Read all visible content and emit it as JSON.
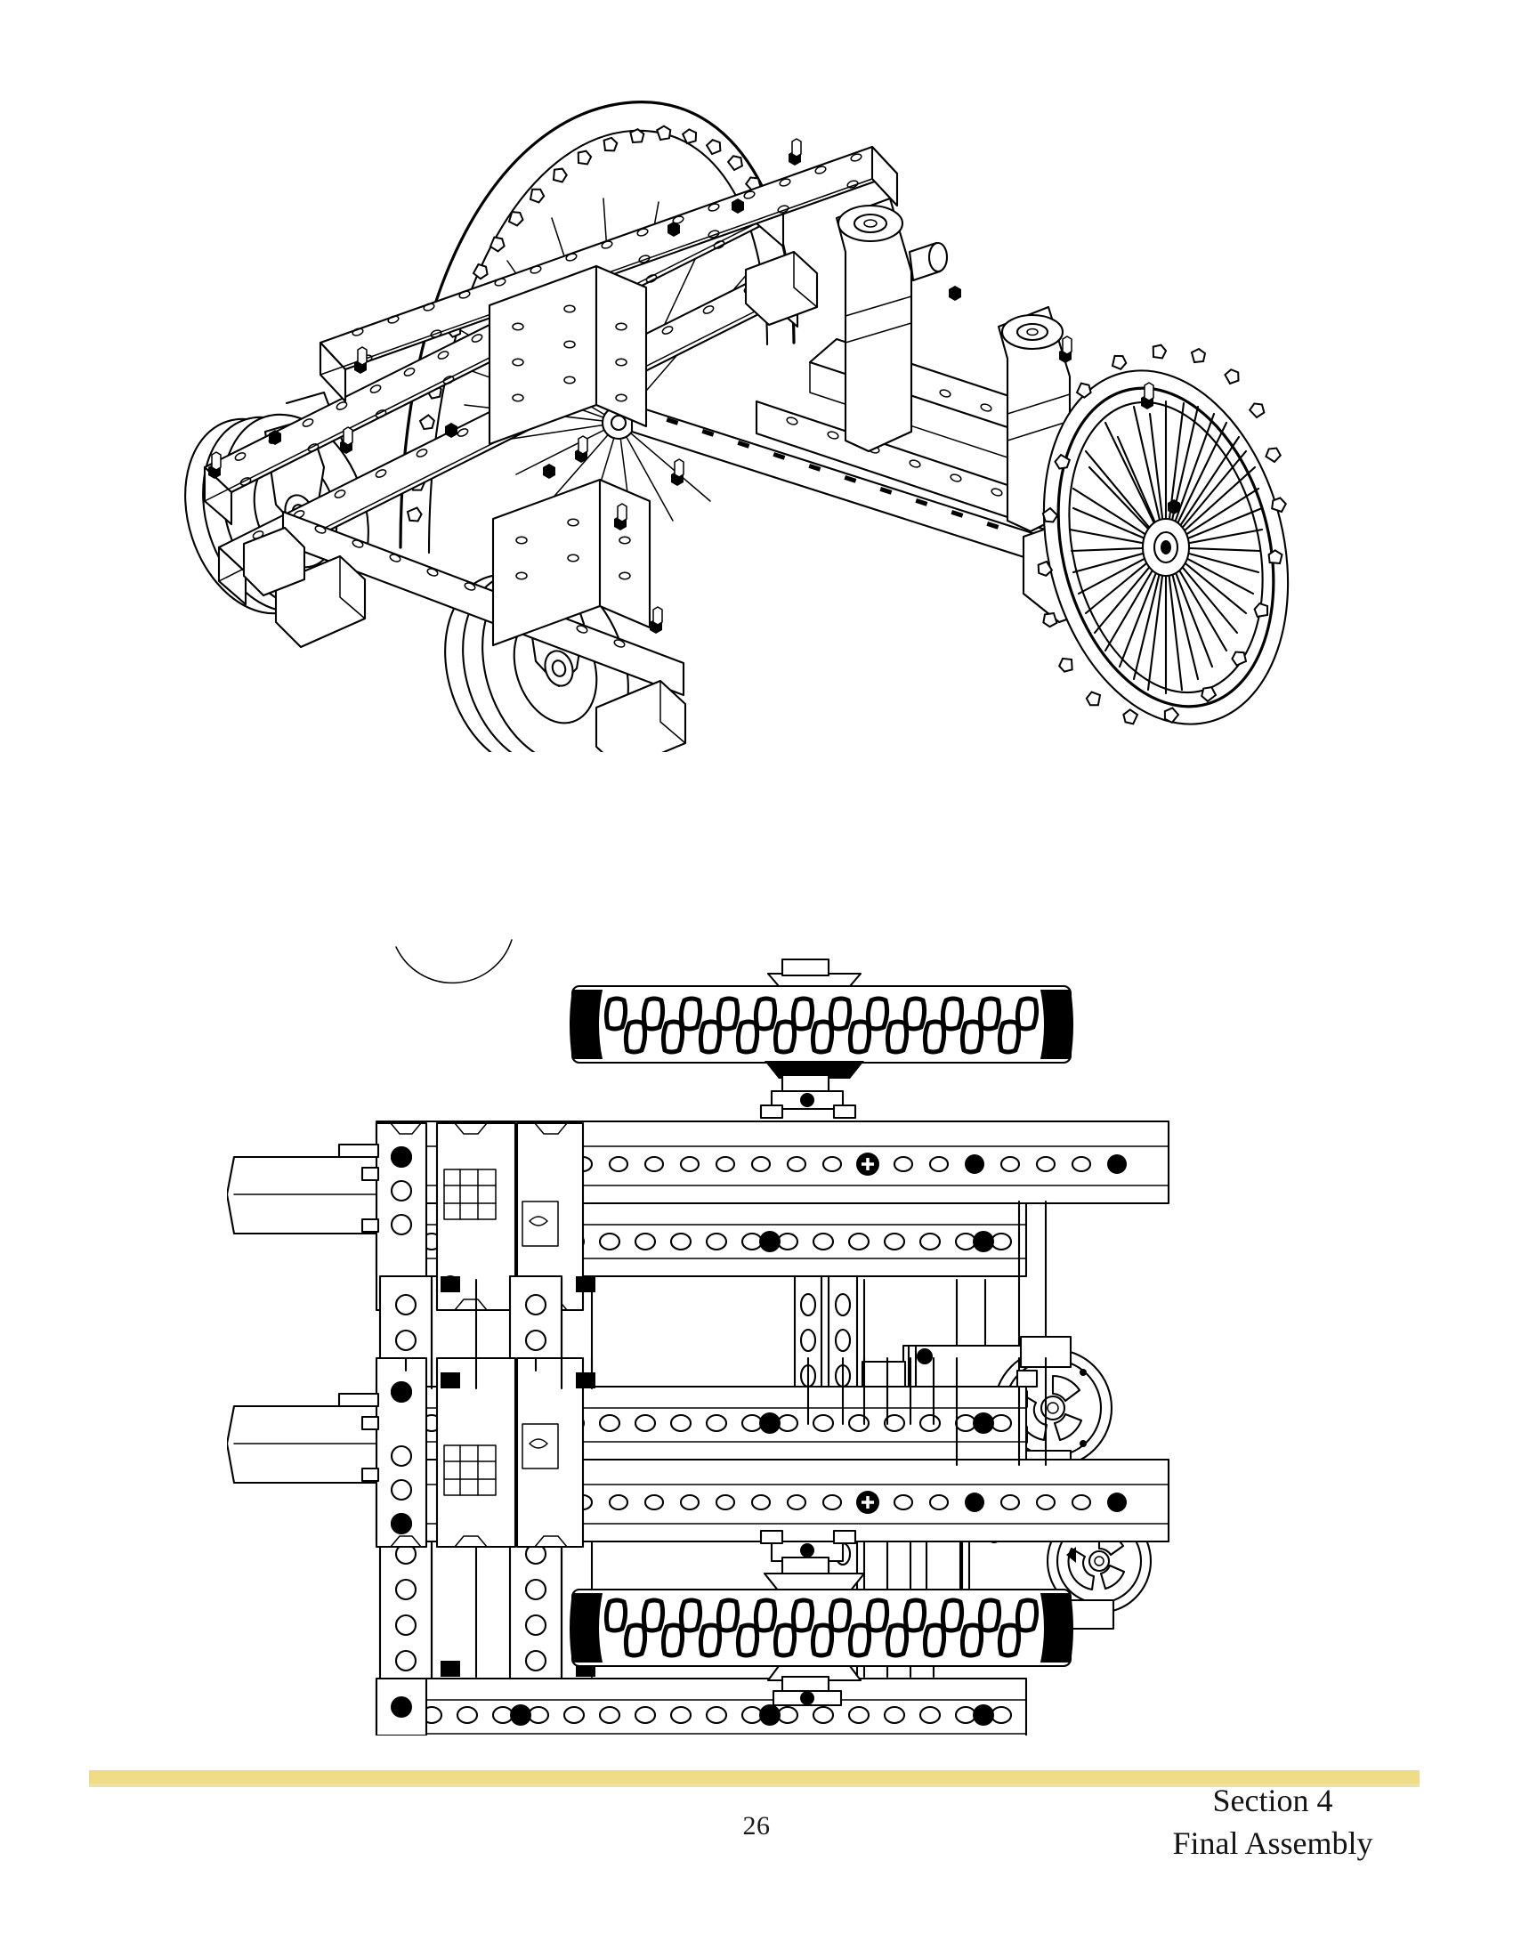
{
  "document": {
    "page_number": "26",
    "section_line1": "Section 4",
    "section_line2": "Final Assembly",
    "rule_color": "#eedc87",
    "background_color": "#ffffff",
    "ink_color": "#000000"
  },
  "figures": [
    {
      "id": "isometric-assembly",
      "caption": "",
      "view": "isometric",
      "description": "Isometric CAD line drawing of a completed four-wheel robot chassis built from perforated structural metal beams, bolts and nuts, two large spoked drive wheels with knobby tires at the rear, two smooth caster wheels at the front, and two cylindrical pneumatic actuators mounted on the upper frame.",
      "components": [
        "perforated-c-channel-beams",
        "square-hole-bar-stock",
        "hex-bolts-and-nuts",
        "corner-gusset-brackets",
        "spoked-drive-wheel-knobby-tire",
        "caster-wheel-with-fork",
        "pneumatic-cylinder-actuator",
        "drive-axle-shaft"
      ]
    },
    {
      "id": "plan-view-assembly",
      "caption": "",
      "view": "top-plan",
      "description": "Top plan orthographic view of the same robot chassis showing the rectangular frame of perforated beams, two knobby drive tires at top and bottom, two motors with circular gear hubs on the right side, and linear rails with regular hole patterns.",
      "components": [
        "front-rail-beam",
        "rear-rail-beam",
        "side-rail-beam",
        "cross-brace-beam",
        "motor-with-gear-hub",
        "knobby-drive-tire",
        "axle-collar-and-bearing",
        "hex-bolt-head",
        "phillips-screw-head"
      ]
    }
  ]
}
